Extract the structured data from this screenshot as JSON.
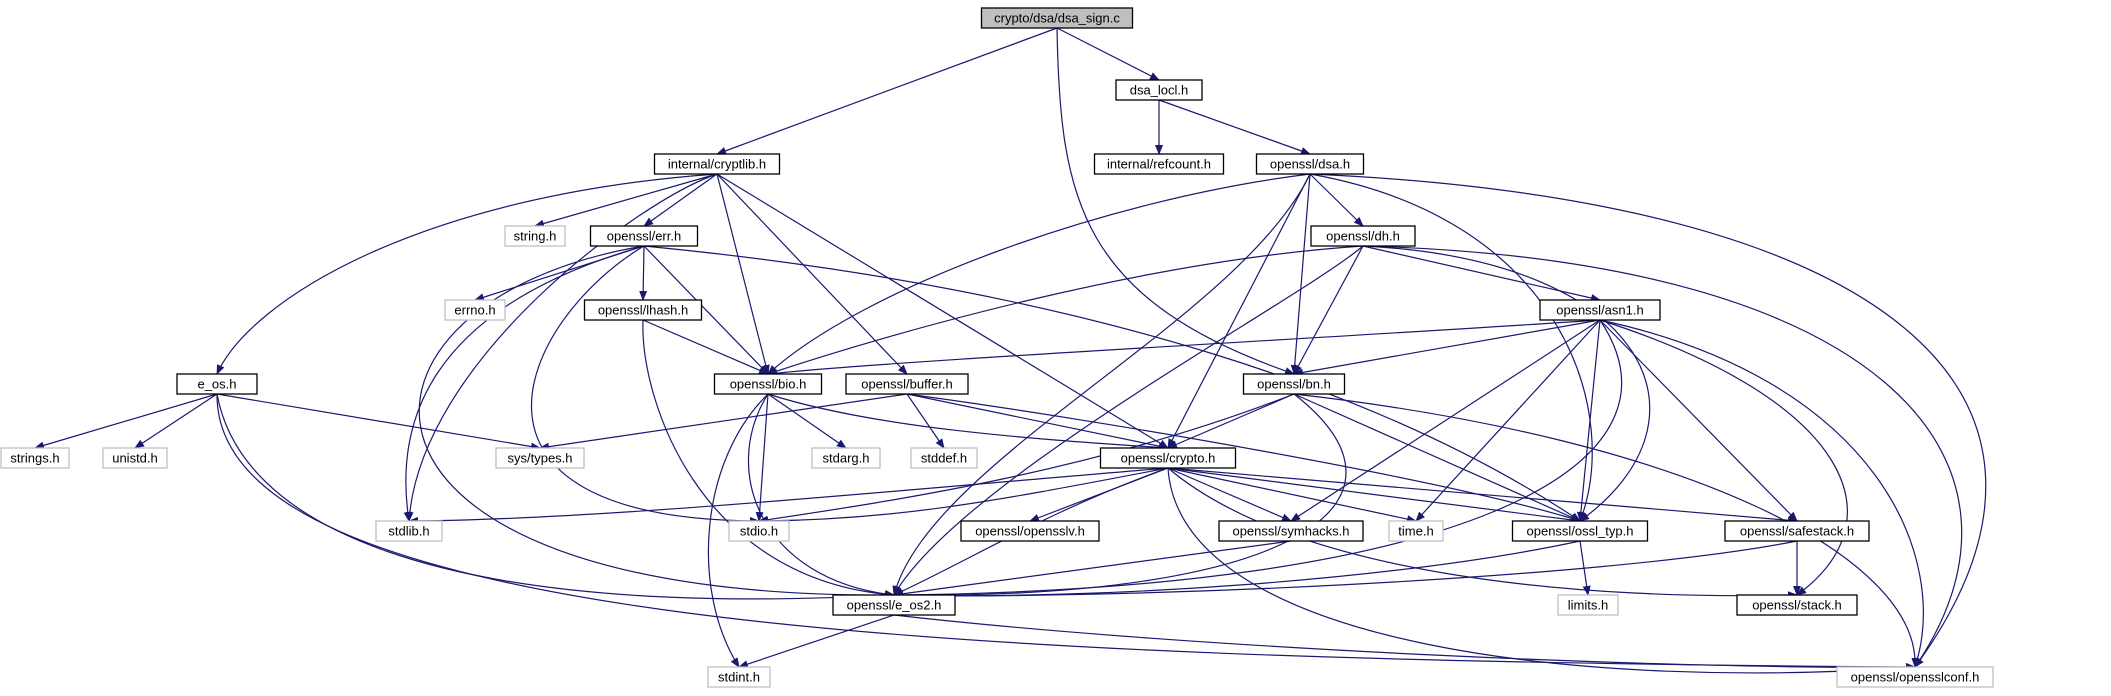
{
  "colors": {
    "edge": "#191970",
    "node_border": "#000000",
    "node_fill": "#ffffff",
    "root_fill": "#bfbfbf",
    "external_border": "#bfbfbf",
    "text": "#000000"
  },
  "nodes": [
    {
      "id": "dsa_sign",
      "label": "crypto/dsa/dsa_sign.c",
      "kind": "root"
    },
    {
      "id": "dsa_locl",
      "label": "dsa_locl.h",
      "kind": "header"
    },
    {
      "id": "cryptlib",
      "label": "internal/cryptlib.h",
      "kind": "header"
    },
    {
      "id": "refcount",
      "label": "internal/refcount.h",
      "kind": "header"
    },
    {
      "id": "dsa",
      "label": "openssl/dsa.h",
      "kind": "header"
    },
    {
      "id": "string",
      "label": "string.h",
      "kind": "external"
    },
    {
      "id": "err",
      "label": "openssl/err.h",
      "kind": "header"
    },
    {
      "id": "dh",
      "label": "openssl/dh.h",
      "kind": "header"
    },
    {
      "id": "errno",
      "label": "errno.h",
      "kind": "external"
    },
    {
      "id": "lhash",
      "label": "openssl/lhash.h",
      "kind": "header"
    },
    {
      "id": "asn1",
      "label": "openssl/asn1.h",
      "kind": "header"
    },
    {
      "id": "e_os",
      "label": "e_os.h",
      "kind": "header"
    },
    {
      "id": "bio",
      "label": "openssl/bio.h",
      "kind": "header"
    },
    {
      "id": "buffer",
      "label": "openssl/buffer.h",
      "kind": "header"
    },
    {
      "id": "bn",
      "label": "openssl/bn.h",
      "kind": "header"
    },
    {
      "id": "strings",
      "label": "strings.h",
      "kind": "external"
    },
    {
      "id": "unistd",
      "label": "unistd.h",
      "kind": "external"
    },
    {
      "id": "systypes",
      "label": "sys/types.h",
      "kind": "external"
    },
    {
      "id": "stdarg",
      "label": "stdarg.h",
      "kind": "external"
    },
    {
      "id": "stddef",
      "label": "stddef.h",
      "kind": "external"
    },
    {
      "id": "crypto",
      "label": "openssl/crypto.h",
      "kind": "header"
    },
    {
      "id": "stdlib",
      "label": "stdlib.h",
      "kind": "external"
    },
    {
      "id": "stdio",
      "label": "stdio.h",
      "kind": "external"
    },
    {
      "id": "opensslv",
      "label": "openssl/opensslv.h",
      "kind": "header"
    },
    {
      "id": "symhacks",
      "label": "openssl/symhacks.h",
      "kind": "header"
    },
    {
      "id": "time",
      "label": "time.h",
      "kind": "external"
    },
    {
      "id": "ossl_typ",
      "label": "openssl/ossl_typ.h",
      "kind": "header"
    },
    {
      "id": "safestack",
      "label": "openssl/safestack.h",
      "kind": "header"
    },
    {
      "id": "e_os2",
      "label": "openssl/e_os2.h",
      "kind": "header"
    },
    {
      "id": "limits",
      "label": "limits.h",
      "kind": "external"
    },
    {
      "id": "stack",
      "label": "openssl/stack.h",
      "kind": "header"
    },
    {
      "id": "stdint",
      "label": "stdint.h",
      "kind": "external"
    },
    {
      "id": "opensslconf",
      "label": "openssl/opensslconf.h",
      "kind": "external"
    }
  ],
  "edges": [
    [
      "dsa_sign",
      "cryptlib"
    ],
    [
      "dsa_sign",
      "dsa_locl"
    ],
    [
      "dsa_sign",
      "bn"
    ],
    [
      "dsa_locl",
      "refcount"
    ],
    [
      "dsa_locl",
      "dsa"
    ],
    [
      "cryptlib",
      "e_os"
    ],
    [
      "cryptlib",
      "stdlib"
    ],
    [
      "cryptlib",
      "string"
    ],
    [
      "cryptlib",
      "err"
    ],
    [
      "cryptlib",
      "bio"
    ],
    [
      "cryptlib",
      "buffer"
    ],
    [
      "cryptlib",
      "crypto"
    ],
    [
      "dsa",
      "bio"
    ],
    [
      "dsa",
      "e_os2"
    ],
    [
      "dsa",
      "crypto"
    ],
    [
      "dsa",
      "bn"
    ],
    [
      "dsa",
      "dh"
    ],
    [
      "dsa",
      "ossl_typ"
    ],
    [
      "dsa",
      "opensslconf"
    ],
    [
      "err",
      "e_os2"
    ],
    [
      "err",
      "stdlib"
    ],
    [
      "err",
      "stdio"
    ],
    [
      "err",
      "errno"
    ],
    [
      "err",
      "lhash"
    ],
    [
      "err",
      "bio"
    ],
    [
      "err",
      "ossl_typ"
    ],
    [
      "lhash",
      "bio"
    ],
    [
      "lhash",
      "e_os2"
    ],
    [
      "dh",
      "bio"
    ],
    [
      "dh",
      "e_os2"
    ],
    [
      "dh",
      "bn"
    ],
    [
      "dh",
      "asn1"
    ],
    [
      "dh",
      "ossl_typ"
    ],
    [
      "dh",
      "opensslconf"
    ],
    [
      "asn1",
      "bio"
    ],
    [
      "asn1",
      "bn"
    ],
    [
      "asn1",
      "symhacks"
    ],
    [
      "asn1",
      "time"
    ],
    [
      "asn1",
      "ossl_typ"
    ],
    [
      "asn1",
      "e_os2"
    ],
    [
      "asn1",
      "safestack"
    ],
    [
      "asn1",
      "stack"
    ],
    [
      "asn1",
      "opensslconf"
    ],
    [
      "e_os",
      "strings"
    ],
    [
      "e_os",
      "unistd"
    ],
    [
      "e_os",
      "systypes"
    ],
    [
      "e_os",
      "e_os2"
    ],
    [
      "e_os",
      "opensslconf"
    ],
    [
      "bio",
      "crypto"
    ],
    [
      "bio",
      "stdarg"
    ],
    [
      "bio",
      "stdio"
    ],
    [
      "bio",
      "e_os2"
    ],
    [
      "bio",
      "stdint"
    ],
    [
      "buffer",
      "systypes"
    ],
    [
      "buffer",
      "stddef"
    ],
    [
      "buffer",
      "crypto"
    ],
    [
      "buffer",
      "ossl_typ"
    ],
    [
      "bn",
      "stdio"
    ],
    [
      "bn",
      "crypto"
    ],
    [
      "bn",
      "ossl_typ"
    ],
    [
      "bn",
      "e_os2"
    ],
    [
      "bn",
      "opensslconf"
    ],
    [
      "crypto",
      "stdlib"
    ],
    [
      "crypto",
      "stdio"
    ],
    [
      "crypto",
      "e_os2"
    ],
    [
      "crypto",
      "opensslv"
    ],
    [
      "crypto",
      "symhacks"
    ],
    [
      "crypto",
      "time"
    ],
    [
      "crypto",
      "ossl_typ"
    ],
    [
      "crypto",
      "safestack"
    ],
    [
      "crypto",
      "stack"
    ],
    [
      "crypto",
      "opensslconf"
    ],
    [
      "symhacks",
      "e_os2"
    ],
    [
      "ossl_typ",
      "e_os2"
    ],
    [
      "ossl_typ",
      "limits"
    ],
    [
      "safestack",
      "stack"
    ],
    [
      "safestack",
      "e_os2"
    ],
    [
      "e_os2",
      "stdint"
    ],
    [
      "e_os2",
      "opensslconf"
    ]
  ]
}
